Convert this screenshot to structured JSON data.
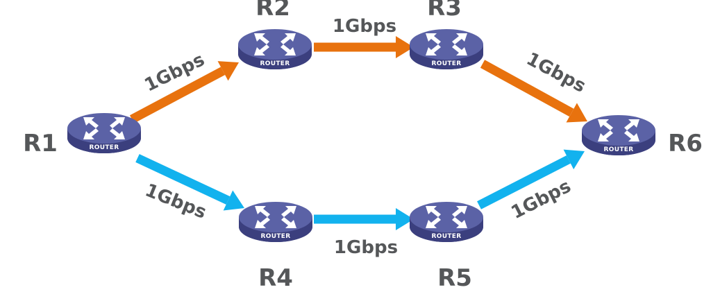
{
  "diagram": {
    "title": "",
    "colors": {
      "path_top": "#e8720e",
      "path_bottom": "#12b2ee",
      "router_top": "#5b62a6",
      "router_side": "#3b3f7e",
      "router_icon": "#ffffff",
      "label_text": "#555759"
    },
    "device_caption": "ROUTER",
    "nodes": [
      {
        "id": "R1",
        "label": "R1",
        "type": "router",
        "icon": "router-icon"
      },
      {
        "id": "R2",
        "label": "R2",
        "type": "router",
        "icon": "router-icon"
      },
      {
        "id": "R3",
        "label": "R3",
        "type": "router",
        "icon": "router-icon"
      },
      {
        "id": "R4",
        "label": "R4",
        "type": "router",
        "icon": "router-icon"
      },
      {
        "id": "R5",
        "label": "R5",
        "type": "router",
        "icon": "router-icon"
      },
      {
        "id": "R6",
        "label": "R6",
        "type": "router",
        "icon": "router-icon"
      }
    ],
    "links": [
      {
        "from": "R1",
        "to": "R2",
        "label": "1Gbps",
        "path": "top"
      },
      {
        "from": "R2",
        "to": "R3",
        "label": "1Gbps",
        "path": "top"
      },
      {
        "from": "R3",
        "to": "R6",
        "label": "1Gbps",
        "path": "top"
      },
      {
        "from": "R1",
        "to": "R4",
        "label": "1Gbps",
        "path": "bottom"
      },
      {
        "from": "R4",
        "to": "R5",
        "label": "1Gbps",
        "path": "bottom"
      },
      {
        "from": "R5",
        "to": "R6",
        "label": "1Gbps",
        "path": "bottom"
      }
    ]
  }
}
